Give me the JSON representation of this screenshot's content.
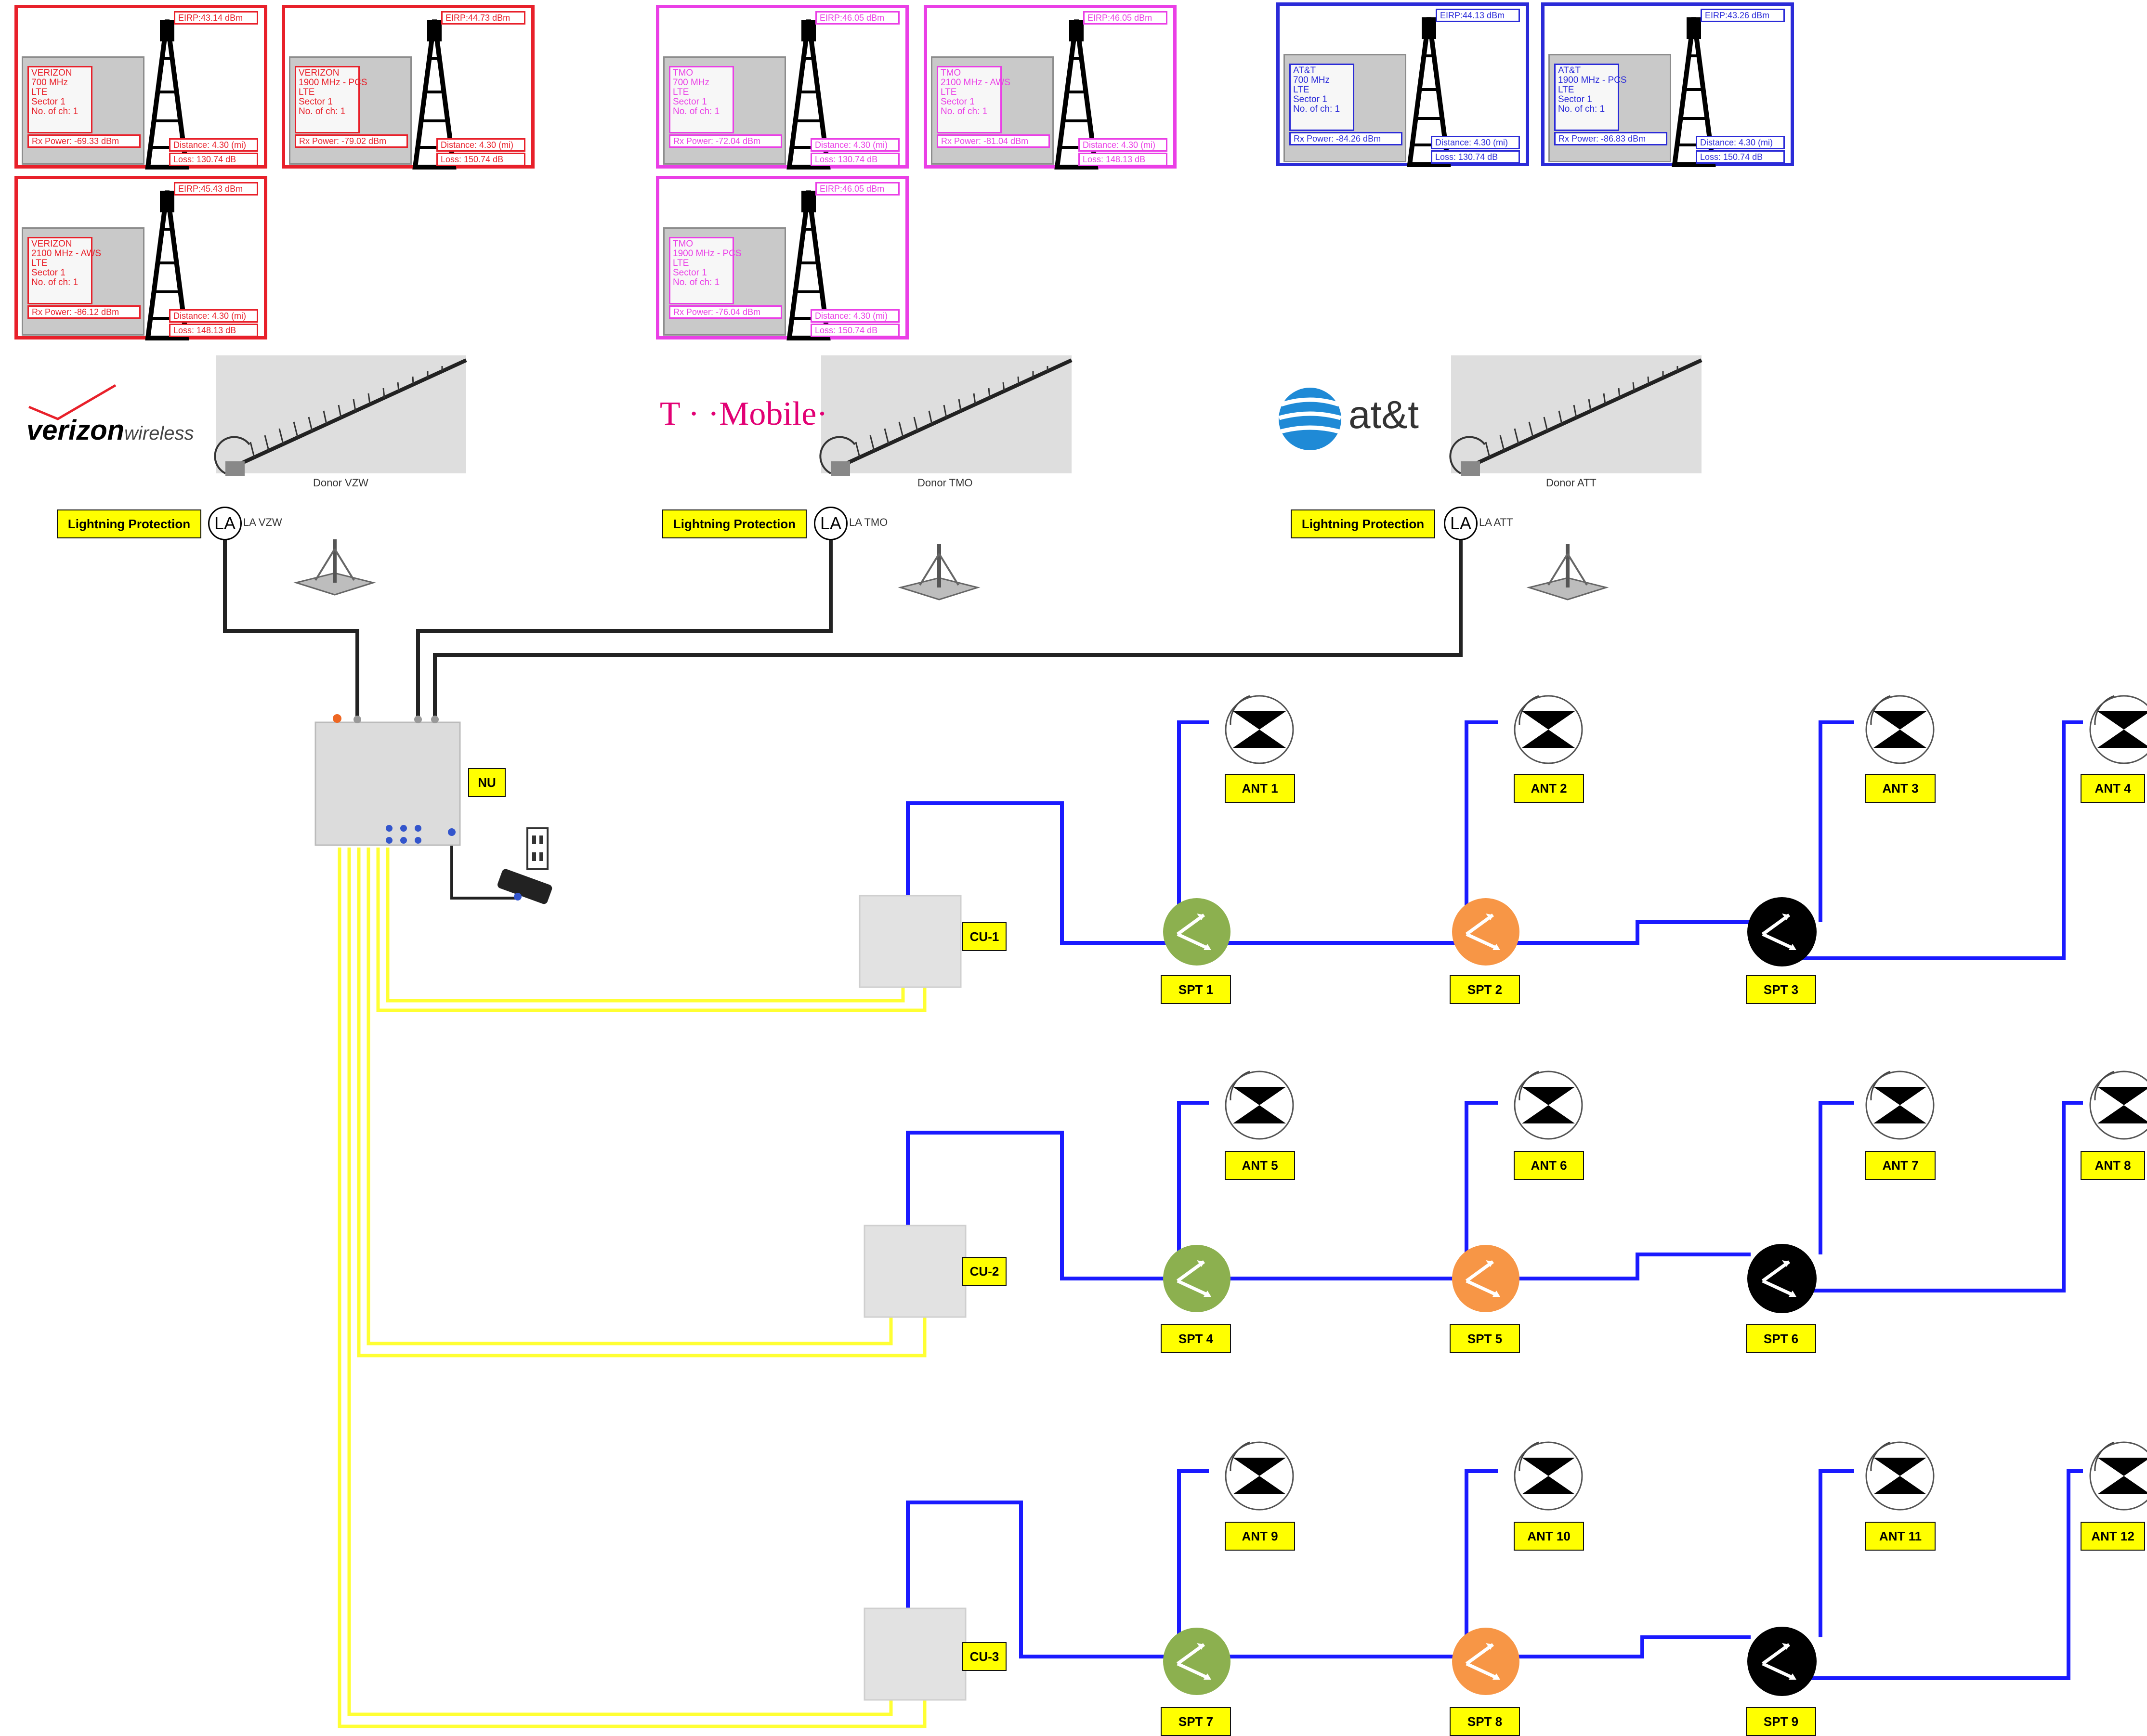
{
  "sites": [
    {
      "id": "vzw-1",
      "color": "red",
      "top_tag": "EIRP:43.14 dBm",
      "info": [
        "VERIZON",
        "700 MHz",
        "LTE",
        "Sector 1",
        "No. of ch: 1"
      ],
      "bottom_tag": "Rx Power: -69.33 dBm",
      "distance": "Distance: 4.30 (mi)",
      "db": "Loss: 130.74 dB"
    },
    {
      "id": "vzw-2",
      "color": "red",
      "top_tag": "EIRP:44.73 dBm",
      "info": [
        "VERIZON",
        "1900 MHz - PCS",
        "LTE",
        "Sector 1",
        "No. of ch: 1"
      ],
      "bottom_tag": "Rx Power: -79.02 dBm",
      "distance": "Distance: 4.30 (mi)",
      "db": "Loss: 150.74 dB"
    },
    {
      "id": "vzw-3",
      "color": "red",
      "top_tag": "EIRP:45.43 dBm",
      "info": [
        "VERIZON",
        "2100 MHz - AWS",
        "LTE",
        "Sector 1",
        "No. of ch: 1"
      ],
      "bottom_tag": "Rx Power: -86.12 dBm",
      "distance": "Distance: 4.30 (mi)",
      "db": "Loss: 148.13 dB"
    },
    {
      "id": "tmo-1",
      "color": "pink",
      "top_tag": "EIRP:46.05 dBm",
      "info": [
        "TMO",
        "700 MHz",
        "LTE",
        "Sector 1",
        "No. of ch: 1"
      ],
      "bottom_tag": "Rx Power: -72.04 dBm",
      "distance": "Distance: 4.30 (mi)",
      "db": "Loss: 130.74 dB"
    },
    {
      "id": "tmo-2",
      "color": "pink",
      "top_tag": "EIRP:46.05 dBm",
      "info": [
        "TMO",
        "2100 MHz - AWS",
        "LTE",
        "Sector 1",
        "No. of ch: 1"
      ],
      "bottom_tag": "Rx Power: -81.04 dBm",
      "distance": "Distance: 4.30 (mi)",
      "db": "Loss: 148.13 dB"
    },
    {
      "id": "tmo-3",
      "color": "pink",
      "top_tag": "EIRP:46.05 dBm",
      "info": [
        "TMO",
        "1900 MHz - PCS",
        "LTE",
        "Sector 1",
        "No. of ch: 1"
      ],
      "bottom_tag": "Rx Power: -76.04 dBm",
      "distance": "Distance: 4.30 (mi)",
      "db": "Loss: 150.74 dB"
    },
    {
      "id": "att-1",
      "color": "blue",
      "top_tag": "EIRP:44.13 dBm",
      "info": [
        "AT&T",
        "700 MHz",
        "LTE",
        "Sector 1",
        "No. of ch: 1"
      ],
      "bottom_tag": "Rx Power: -84.26 dBm",
      "distance": "Distance: 4.30 (mi)",
      "db": "Loss: 130.74 dB"
    },
    {
      "id": "att-2",
      "color": "blue",
      "top_tag": "EIRP:43.26 dBm",
      "info": [
        "AT&T",
        "1900 MHz - PCS",
        "LTE",
        "Sector 1",
        "No. of ch: 1"
      ],
      "bottom_tag": "Rx Power: -86.83 dBm",
      "distance": "Distance: 4.30 (mi)",
      "db": "Loss: 150.74 dB"
    }
  ],
  "logos": {
    "verizon_main": "verizon",
    "verizon_sub": "wireless",
    "tmobile": "T · ·Mobile·",
    "att": "at&t"
  },
  "donors": {
    "vzw": {
      "name": "Donor VZW",
      "la": "LA",
      "la_name": "LA VZW",
      "protection": "Lightning Protection"
    },
    "tmo": {
      "name": "Donor TMO",
      "la": "LA",
      "la_name": "LA TMO",
      "protection": "Lightning Protection"
    },
    "att": {
      "name": "Donor ATT",
      "la": "LA",
      "la_name": "LA ATT",
      "protection": "Lightning Protection"
    }
  },
  "nu_label": "NU",
  "cu_labels": [
    "CU-1",
    "CU-2",
    "CU-3"
  ],
  "spt_labels": [
    "SPT 1",
    "SPT 2",
    "SPT 3",
    "SPT 4",
    "SPT 5",
    "SPT 6",
    "SPT 7",
    "SPT 8",
    "SPT 9"
  ],
  "ant_labels": [
    "ANT 1",
    "ANT 2",
    "ANT 3",
    "ANT 4",
    "ANT 5",
    "ANT 6",
    "ANT 7",
    "ANT 8",
    "ANT 9",
    "ANT 10",
    "ANT 11",
    "ANT 12"
  ],
  "colors": {
    "verizon": "#e8202a",
    "tmobile": "#ea3fe6",
    "att": "#2b2bd8",
    "coax_blue": "#1a1aff",
    "fiber_yellow": "#ffff33",
    "label_yellow": "#ffff00",
    "spt_green": "#8cb04f",
    "spt_orange": "#f79646",
    "spt_black": "#000000"
  }
}
